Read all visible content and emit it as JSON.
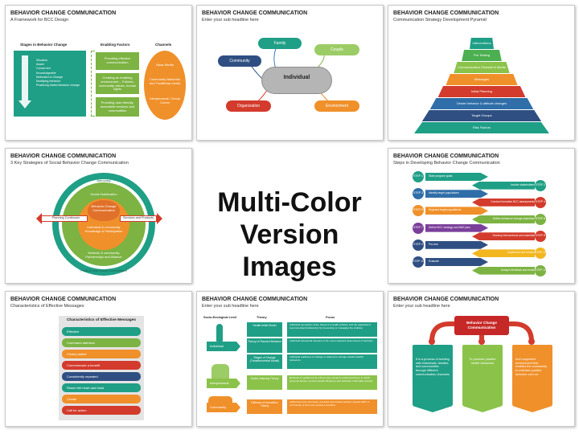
{
  "center": {
    "line1": "Multi-Color",
    "line2": "Version Images"
  },
  "colors": {
    "teal": "#1f9f86",
    "green": "#7cb342",
    "orange": "#f0902a",
    "red": "#d33b2c",
    "navy": "#2f4f82",
    "blue": "#3a8fd0",
    "purple": "#7b3f9a",
    "yellow": "#f2b61f",
    "gray": "#9aa0a6"
  },
  "thumbs": [
    {
      "title": "BEHAVIOR CHANGE COMMUNICATION",
      "subtitle": "A Framework for BCC Design",
      "headers": [
        "Stages in Behavior Change",
        "Enabling Factors",
        "Channels"
      ],
      "stages": [
        "Situation",
        "Aware",
        "Concerned",
        "Knowledgeable",
        "Motivated to Change",
        "Modifying behavior",
        "Practicing trialed behavior change"
      ],
      "factors": [
        "Providing effective communication",
        "Creating an enabling environment – Policies, community values, human rights",
        "Providing user-friendly, accessible services and commodities"
      ],
      "channels": [
        "Mass Media",
        "Community Networks and Traditional media",
        "Interpersonal / Group Comm"
      ]
    },
    {
      "title": "BEHAVIOR CHANGE COMMUNICATION",
      "subtitle": "Enter your sub headline here",
      "center": "Individual",
      "nodes": [
        "Family",
        "Couple",
        "Community",
        "Organization",
        "Environment"
      ]
    },
    {
      "title": "BEHAVIOR CHANGE COMMUNICATION",
      "subtitle": "Communication Strategy Development Pyramid",
      "levels": [
        "Interventions",
        "Pre Testing",
        "Communication Channel & Media",
        "Messages",
        "Initial Planning",
        "Desire behavior & attitude changes",
        "Target Groups",
        "Risk Factors"
      ]
    },
    {
      "title": "BEHAVIOR CHANGE COMMUNICATION",
      "subtitle": "3 Key Strategies of Social Behavior Change Communication",
      "ring_outer": [
        "Advocacy",
        "Political and Social Commitment"
      ],
      "ring_mid": [
        "Social Mobilization",
        "Network & community Partnerships and Alliance"
      ],
      "center": "Behavior Change Communication",
      "inner": "Individual & community Knowledge & Participation",
      "arrow_left": "Planning Continuum",
      "arrow_right": "Services and Products"
    },
    {
      "title": "BEHAVIOR CHANGE COMMUNICATION",
      "subtitle": "Steps in Developing Behavior Change Communication",
      "steps_left": [
        {
          "label": "STEP 1",
          "text": "State program goals"
        },
        {
          "label": "STEP 3",
          "text": "Identify target populations"
        },
        {
          "label": "STEP 5",
          "text": "Segment target populations"
        },
        {
          "label": "STEP 7",
          "text": "Define BCC strategy and M&E plan"
        },
        {
          "label": "STEP 9",
          "text": "Pre-test"
        },
        {
          "label": "STEP 11",
          "text": "Evaluate"
        }
      ],
      "steps_right": [
        {
          "label": "STEP 2",
          "text": "Involve stakeholders"
        },
        {
          "label": "STEP 4",
          "text": "Conduct formative BCC assessments"
        },
        {
          "label": "STEP 6",
          "text": "Define behaviour change objectives"
        },
        {
          "label": "STEP 8",
          "text": "Develop interventions and materials"
        },
        {
          "label": "STEP 10",
          "text": "Implement and monitor"
        },
        {
          "label": "STEP 12",
          "text": "Analyze feedback and revise"
        }
      ]
    },
    {
      "title": "BEHAVIOR CHANGE COMMUNICATION",
      "subtitle": "Characteristics of Effective Messages",
      "header": "Characteristics of Effective Messages",
      "items": [
        "Effective",
        "Command attention",
        "Clearly stated",
        "Communicate a benefit",
        "Consistently repeated",
        "Reach the heart and head",
        "Create",
        "Call for action"
      ]
    },
    {
      "title": "BEHAVIOR CHANGE COMMUNICATION",
      "subtitle": "Enter your sub headline here",
      "headers": [
        "Socio-Ecological Level",
        "Theory",
        "Focus"
      ],
      "rows": [
        {
          "level": "",
          "theory": "Health belief Model",
          "focus": "Individual perception of the threat of a health problem and the appraisal of recommended behavior(s) for preventing or managing the problem"
        },
        {
          "level": "Individual",
          "theory": "Theory of Planned Behavior",
          "focus": "Individual behavioral intention is the most important determinant of behavior."
        },
        {
          "level": "",
          "theory": "Stages of Change (Transtheoretical Model)",
          "focus": "Individual readiness to change or attempt to change toward healthy behaviors."
        },
        {
          "level": "Interpersonal",
          "theory": "Social Learning Theory",
          "focus": "Behavior is explained via a three-way, dynamic reciprocal theory in which personal factors, environmental influences and behavior continually interact."
        },
        {
          "level": "Community",
          "theory": "Diffusion of Innovation Theory",
          "focus": "Addresses how new ideas, products and social practices spread within a community or from one society to another."
        }
      ]
    },
    {
      "title": "BEHAVIOR CHANGE COMMUNICATION",
      "subtitle": "Enter your sub headline here",
      "hub": "Behavior Change Communication",
      "cards": [
        "It is a process of working with individuals, families and communities through different communication channels",
        "To promote positive health behaviors",
        "And supportive environment that enables the community to maintain positive behavior over us."
      ]
    }
  ]
}
